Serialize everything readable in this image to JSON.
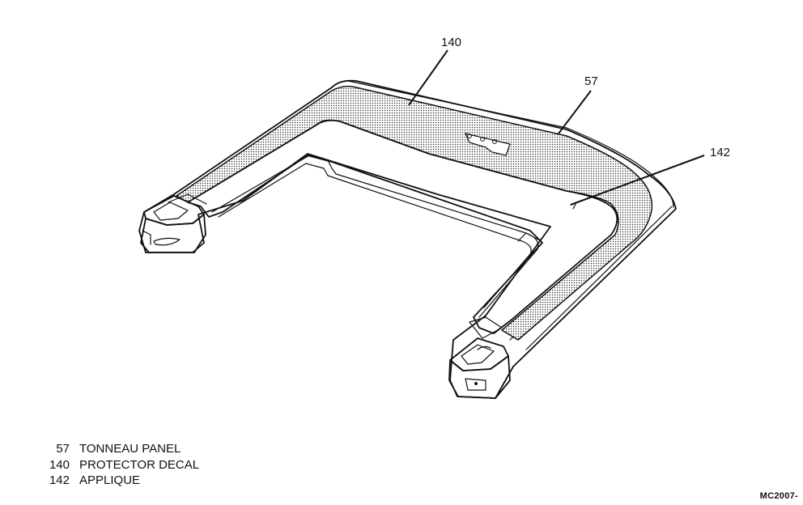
{
  "callouts": {
    "c140": "140",
    "c57": "57",
    "c142": "142"
  },
  "legend": [
    {
      "num": "57",
      "label": "TONNEAU PANEL"
    },
    {
      "num": "140",
      "label": "PROTECTOR DECAL"
    },
    {
      "num": "142",
      "label": "APPLIQUE"
    }
  ],
  "figure_id": "MC2007-"
}
